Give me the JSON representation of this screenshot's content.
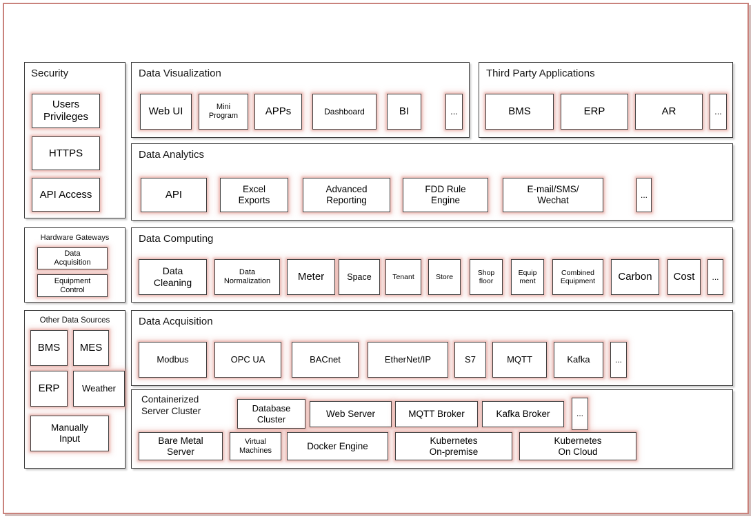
{
  "colors": {
    "outer_frame_border": "#c9827c",
    "section_border": "#3c3c3c",
    "node_border": "#3c3c3c",
    "node_glow": "#e2988e",
    "background": "#ffffff"
  },
  "sections": {
    "security": {
      "title": "Security",
      "items": [
        "Users\nPrivileges",
        "HTTPS",
        "API Access"
      ]
    },
    "data_visualization": {
      "title": "Data Visualization",
      "items": [
        "Web UI",
        "Mini\nProgram",
        "APPs",
        "Dashboard",
        "BI",
        "..."
      ]
    },
    "third_party_applications": {
      "title": "Third Party Applications",
      "items": [
        "BMS",
        "ERP",
        "AR",
        "..."
      ]
    },
    "data_analytics": {
      "title": "Data Analytics",
      "items": [
        "API",
        "Excel\nExports",
        "Advanced\nReporting",
        "FDD Rule\nEngine",
        "E-mail/SMS/\nWechat",
        "..."
      ]
    },
    "hardware_gateways": {
      "title": "Hardware Gateways",
      "items": [
        "Data\nAcquisition",
        "Equipment\nControl"
      ]
    },
    "data_computing": {
      "title": "Data Computing",
      "items": [
        "Data\nCleaning",
        "Data\nNormalization",
        "Meter",
        "Space",
        "Tenant",
        "Store",
        "Shop\nfloor",
        "Equip\nment",
        "Combined\nEquipment",
        "Carbon",
        "Cost",
        "..."
      ]
    },
    "other_data_sources": {
      "title": "Other Data Sources",
      "items": [
        "BMS",
        "MES",
        "ERP",
        "Weather",
        "Manually\nInput"
      ]
    },
    "data_acquisition": {
      "title": "Data Acquisition",
      "items": [
        "Modbus",
        "OPC UA",
        "BACnet",
        "EtherNet/IP",
        "S7",
        "MQTT",
        "Kafka",
        "..."
      ]
    },
    "containerized_server_cluster": {
      "title": "Containerized\nServer Cluster",
      "items_row1": [
        "Database\nCluster",
        "Web Server",
        "MQTT Broker",
        "Kafka Broker",
        "..."
      ],
      "items_row2": [
        "Bare Metal\nServer",
        "Virtual\nMachines",
        "Docker Engine",
        "Kubernetes\nOn-premise",
        "Kubernetes\nOn Cloud"
      ]
    }
  }
}
